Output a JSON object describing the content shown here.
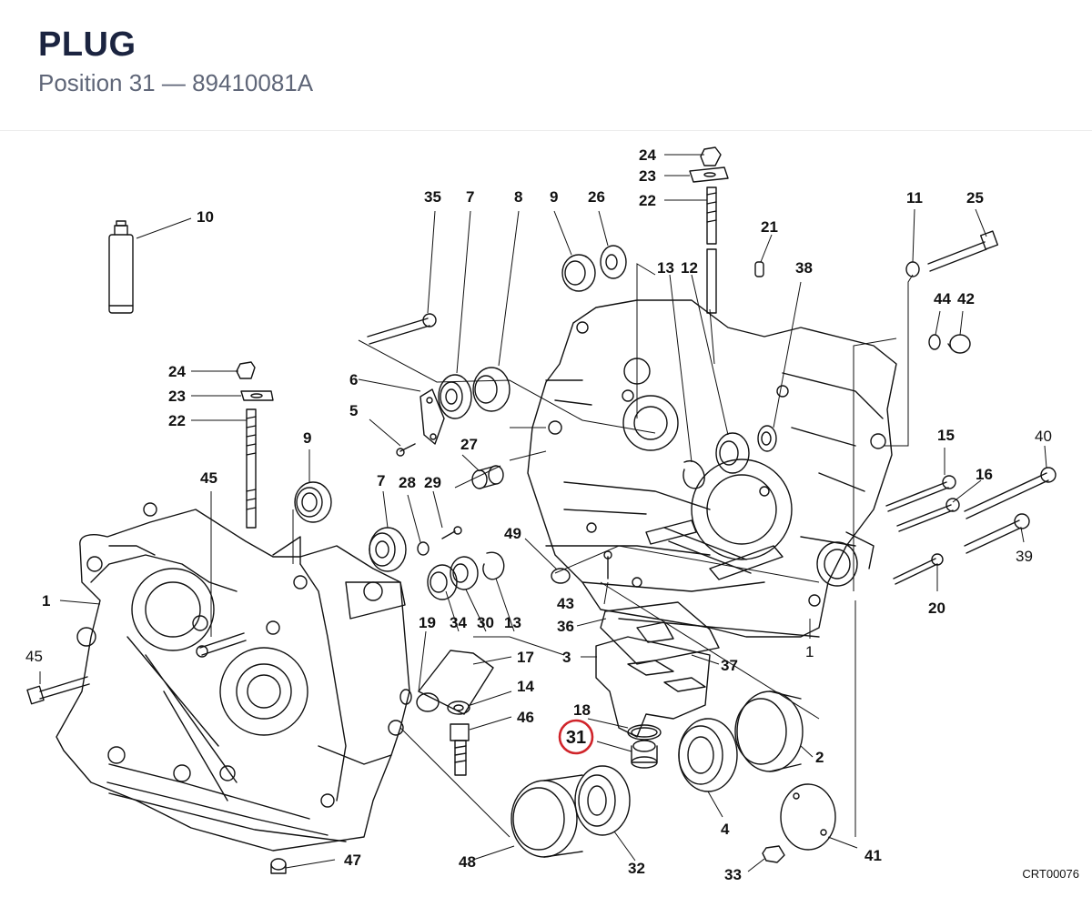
{
  "header": {
    "title": "PLUG",
    "subtitle": "Position 31 — 89410081A"
  },
  "highlight": {
    "position": "31",
    "color": "#d0242a"
  },
  "callouts": [
    "1",
    "2",
    "3",
    "4",
    "5",
    "6",
    "7",
    "8",
    "9",
    "10",
    "11",
    "12",
    "13",
    "14",
    "15",
    "16",
    "17",
    "18",
    "19",
    "20",
    "21",
    "22",
    "23",
    "24",
    "25",
    "26",
    "27",
    "28",
    "29",
    "30",
    "32",
    "33",
    "34",
    "35",
    "36",
    "37",
    "38",
    "39",
    "40",
    "41",
    "42",
    "43",
    "44",
    "45",
    "46",
    "47",
    "48",
    "49"
  ],
  "callout_text": {
    "c1a": "1",
    "c1b": "1",
    "c2": "2",
    "c3": "3",
    "c4": "4",
    "c5": "5",
    "c6": "6",
    "c7a": "7",
    "c7b": "7",
    "c8": "8",
    "c9a": "9",
    "c9b": "9",
    "c10": "10",
    "c11": "11",
    "c12": "12",
    "c13a": "13",
    "c13b": "13",
    "c14": "14",
    "c15": "15",
    "c16": "16",
    "c17": "17",
    "c18": "18",
    "c19": "19",
    "c20": "20",
    "c21": "21",
    "c22a": "22",
    "c22b": "22",
    "c23a": "23",
    "c23b": "23",
    "c24a": "24",
    "c24b": "24",
    "c25": "25",
    "c26": "26",
    "c27": "27",
    "c28": "28",
    "c29": "29",
    "c30": "30",
    "c31": "31",
    "c32": "32",
    "c33": "33",
    "c34": "34",
    "c35": "35",
    "c36": "36",
    "c37": "37",
    "c38": "38",
    "c39": "39",
    "c40": "40",
    "c41": "41",
    "c42": "42",
    "c43": "43",
    "c44": "44",
    "c45a": "45",
    "c45b": "45",
    "c46": "46",
    "c47": "47",
    "c48": "48",
    "c49": "49"
  },
  "drawing_code": "CRT00076"
}
